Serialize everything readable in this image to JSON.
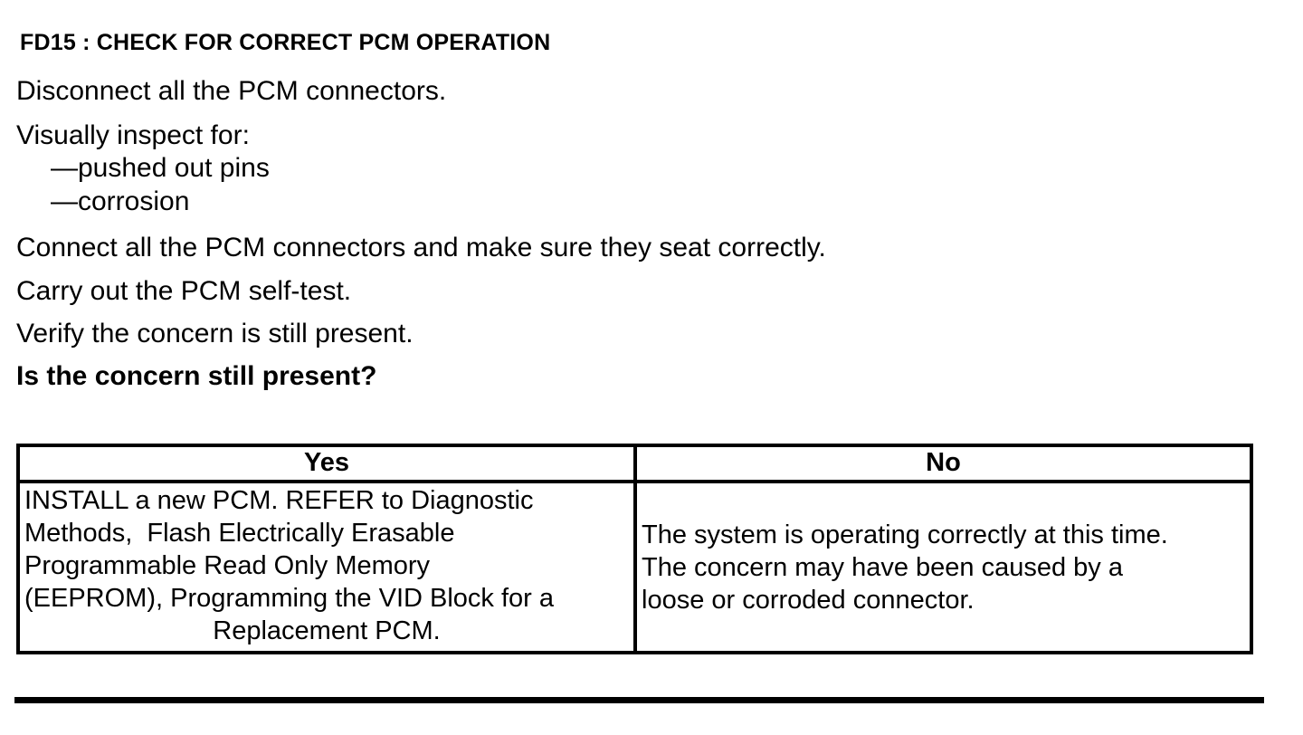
{
  "procedure": {
    "id_heading": "FD15 : CHECK FOR CORRECT PCM OPERATION",
    "step_disconnect": "Disconnect all the PCM connectors.",
    "step_inspect": "Visually inspect for:",
    "inspect_items": [
      "—pushed out pins",
      "—corrosion"
    ],
    "step_connect": "Connect all the PCM connectors and make sure they seat correctly.",
    "step_selftest": "Carry out the PCM self-test.",
    "step_verify": "Verify the concern is still present.",
    "question": "Is the concern still present?"
  },
  "decision_table": {
    "yes_header": "Yes",
    "no_header": "No",
    "yes_lines": [
      "INSTALL a new PCM. REFER to Diagnostic",
      "Methods,  Flash Electrically Erasable",
      "Programmable Read Only Memory",
      "(EEPROM), Programming the VID Block for a",
      "Replacement PCM."
    ],
    "no_lines": [
      "The system is operating correctly at this time.",
      "The concern may have been caused by a",
      "loose or corroded connector."
    ]
  },
  "colors": {
    "text": "#000000",
    "background": "#ffffff"
  }
}
